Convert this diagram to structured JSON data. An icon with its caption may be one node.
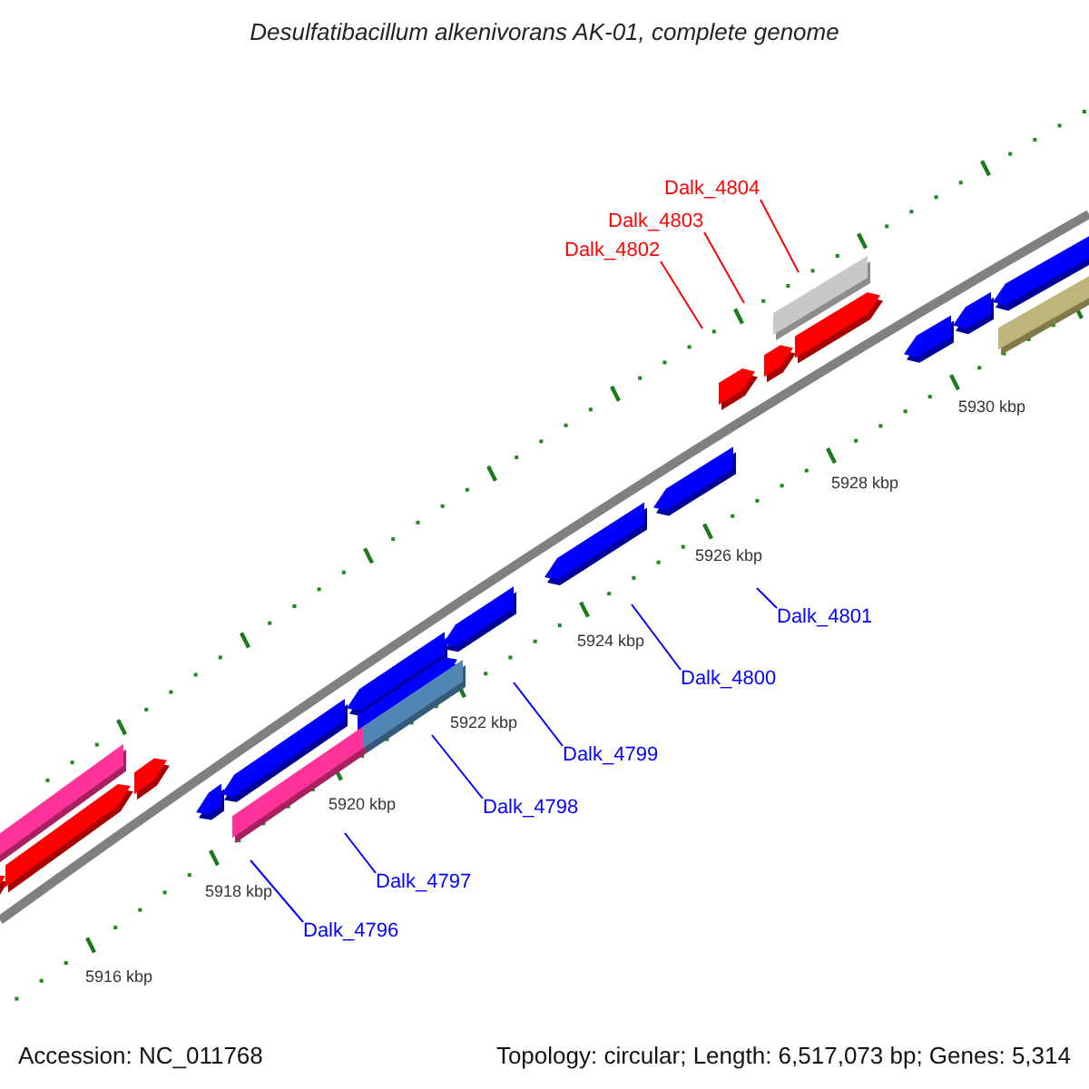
{
  "diagram": {
    "title": "Desulfatibacillum alkenivorans AK-01, complete genome",
    "nodes": [
      {
        "text": [
          "Dalk_4804"
        ]
      },
      {
        "text": [
          "Dalk_4803"
        ]
      },
      {
        "text": [
          "Dalk_4802"
        ]
      },
      {
        "text": [
          "Dalk_4801"
        ]
      },
      {
        "text": [
          "Dalk_4800"
        ]
      },
      {
        "text": [
          "Dalk_4799"
        ]
      },
      {
        "text": [
          "Dalk_4798"
        ]
      },
      {
        "text": [
          "Dalk_4797"
        ]
      },
      {
        "text": [
          "Dalk_4796"
        ]
      }
    ],
    "edges": [
      {
        "from": 0,
        "to": null,
        "arrow": "none",
        "color": "#ff0000"
      },
      {
        "from": 1,
        "to": null,
        "arrow": "none",
        "color": "#ff0000"
      },
      {
        "from": 2,
        "to": null,
        "arrow": "none",
        "color": "#ff0000"
      },
      {
        "from": 3,
        "to": null,
        "arrow": "none"
      },
      {
        "from": 4,
        "to": null,
        "arrow": "none"
      },
      {
        "from": 5,
        "to": null,
        "arrow": "none"
      },
      {
        "from": 6,
        "to": null,
        "arrow": "none"
      },
      {
        "from": 7,
        "to": null,
        "arrow": "none"
      },
      {
        "from": 8,
        "to": null,
        "arrow": "none"
      }
    ],
    "labels": [
      "5930 kbp",
      "5928 kbp",
      "5926 kbp",
      "5924 kbp",
      "5922 kbp",
      "5920 kbp",
      "5918 kbp",
      "5916 kbp",
      "Accession: NC_011768",
      "Topology: circular; Length: 6,517,073 bp; Genes: 5,314"
    ]
  }
}
